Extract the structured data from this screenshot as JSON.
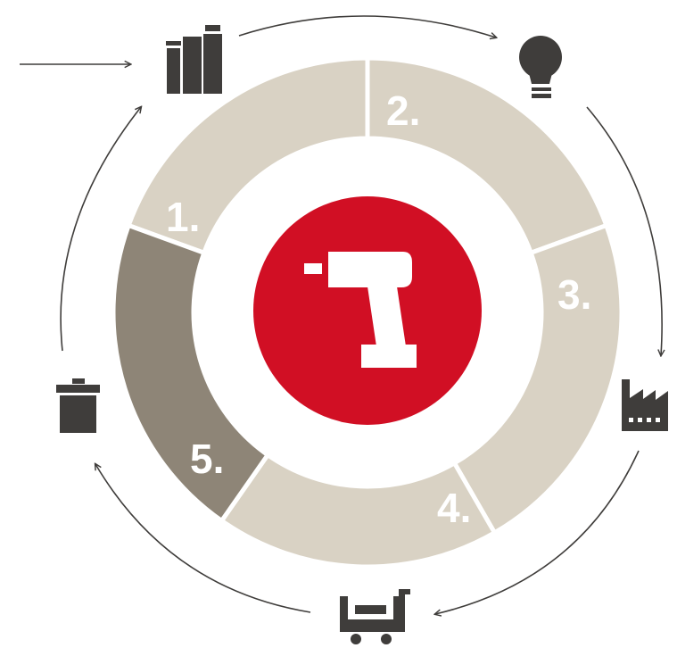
{
  "segments": [
    {
      "label": "1."
    },
    {
      "label": "2."
    },
    {
      "label": "3."
    },
    {
      "label": "4."
    },
    {
      "label": "5."
    }
  ],
  "icons": {
    "materials": "batteries-icon",
    "design": "lightbulb-icon",
    "production": "factory-icon",
    "sale": "shopping-cart-icon",
    "disposal": "trash-can-icon",
    "center": "cordless-drill-icon"
  },
  "colors": {
    "segment": "#d9d2c4",
    "segment_highlight": "#8e8577",
    "center": "#d10f24",
    "icon": "#3f3d3b"
  }
}
